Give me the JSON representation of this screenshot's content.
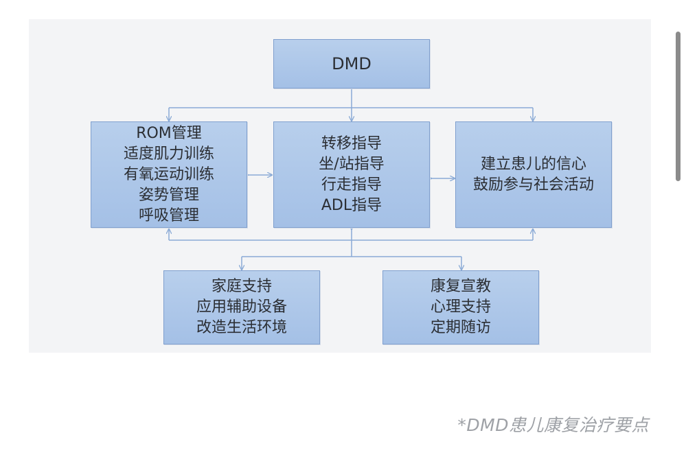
{
  "diagram": {
    "root": {
      "lines": [
        "DMD"
      ]
    },
    "left": {
      "lines": [
        "ROM管理",
        "适度肌力训练",
        "有氧运动训练",
        "姿势管理",
        "呼吸管理"
      ]
    },
    "center": {
      "lines": [
        "转移指导",
        "坐/站指导",
        "行走指导",
        "ADL指导"
      ]
    },
    "right": {
      "lines": [
        "建立患儿的信心",
        "鼓励参与社会活动"
      ]
    },
    "bottom_left": {
      "lines": [
        "家庭支持",
        "应用辅助设备",
        "改造生活环境"
      ]
    },
    "bottom_right": {
      "lines": [
        "康复宣教",
        "心理支持",
        "定期随访"
      ]
    }
  },
  "caption": "*DMD患儿康复治疗要点",
  "colors": {
    "node_fill": "#a9c3e8",
    "node_border": "#7f9fce",
    "connector": "#8aaad6",
    "caption_text": "#9ea1a6"
  }
}
